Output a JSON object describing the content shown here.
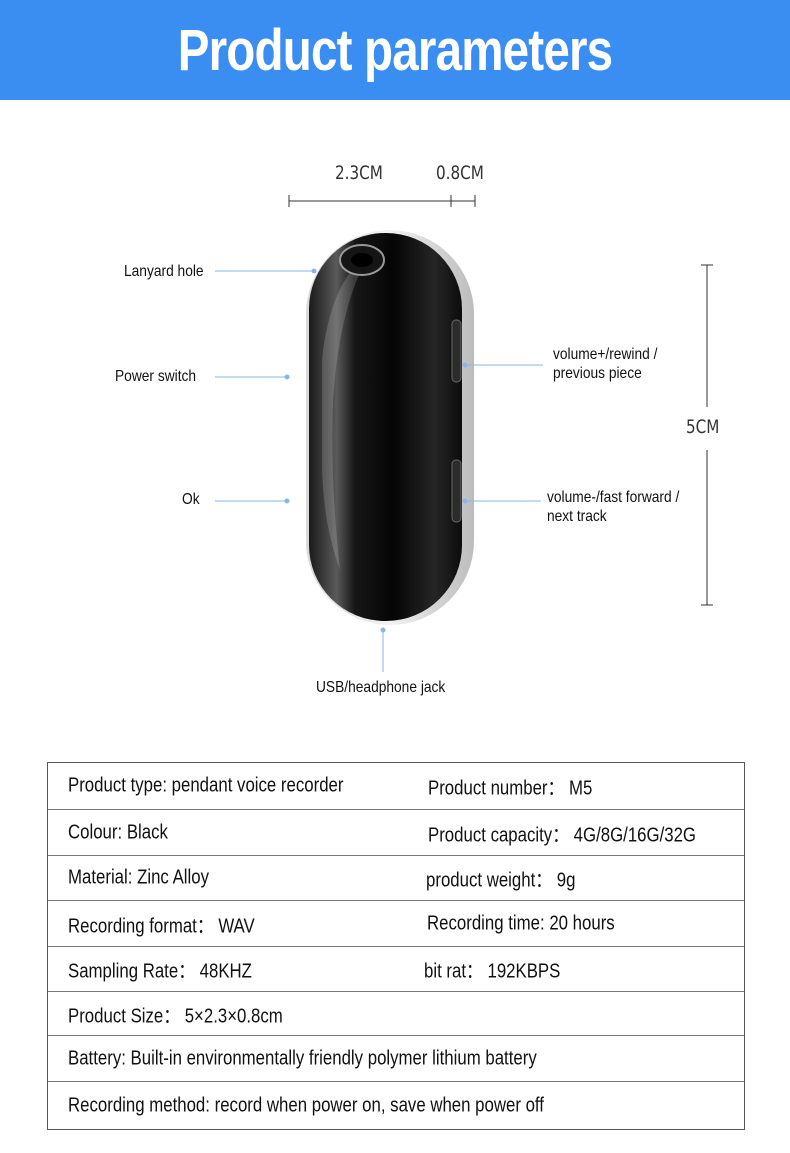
{
  "header": {
    "title": "Product parameters"
  },
  "diagram": {
    "dimensions": {
      "width": "2.3CM",
      "thickness": "0.8CM",
      "height": "5CM"
    },
    "callouts": {
      "lanyard": "Lanyard hole",
      "power": "Power switch",
      "ok": "Ok",
      "volume_up_line1": "volume+/rewind /",
      "volume_up_line2": "previous piece",
      "volume_down_line1": "volume-/fast forward /",
      "volume_down_line2": "next track",
      "usb": "USB/headphone jack"
    },
    "colors": {
      "leader_line": "#8ab4e8",
      "device": "#0a0a0a",
      "banner": "#3a8ef2"
    }
  },
  "specs": {
    "rows": [
      {
        "left": "Product type: pendant voice recorder",
        "right": "Product number：  M5"
      },
      {
        "left": "Colour: Black",
        "right": "Product capacity：  4G/8G/16G/32G"
      },
      {
        "left": "Material: Zinc Alloy",
        "right": "product weight：  9g"
      },
      {
        "left": "Recording format：   WAV",
        "right": "Recording time: 20 hours"
      },
      {
        "left": "Sampling Rate：   48KHZ",
        "right": "bit rat：   192KBPS"
      },
      {
        "left": "Product Size：   5×2.3×0.8cm",
        "right": ""
      },
      {
        "left": "Battery: Built-in environmentally friendly polymer lithium battery",
        "right": ""
      },
      {
        "left": "Recording method: record when power on, save when power off",
        "right": ""
      }
    ]
  }
}
